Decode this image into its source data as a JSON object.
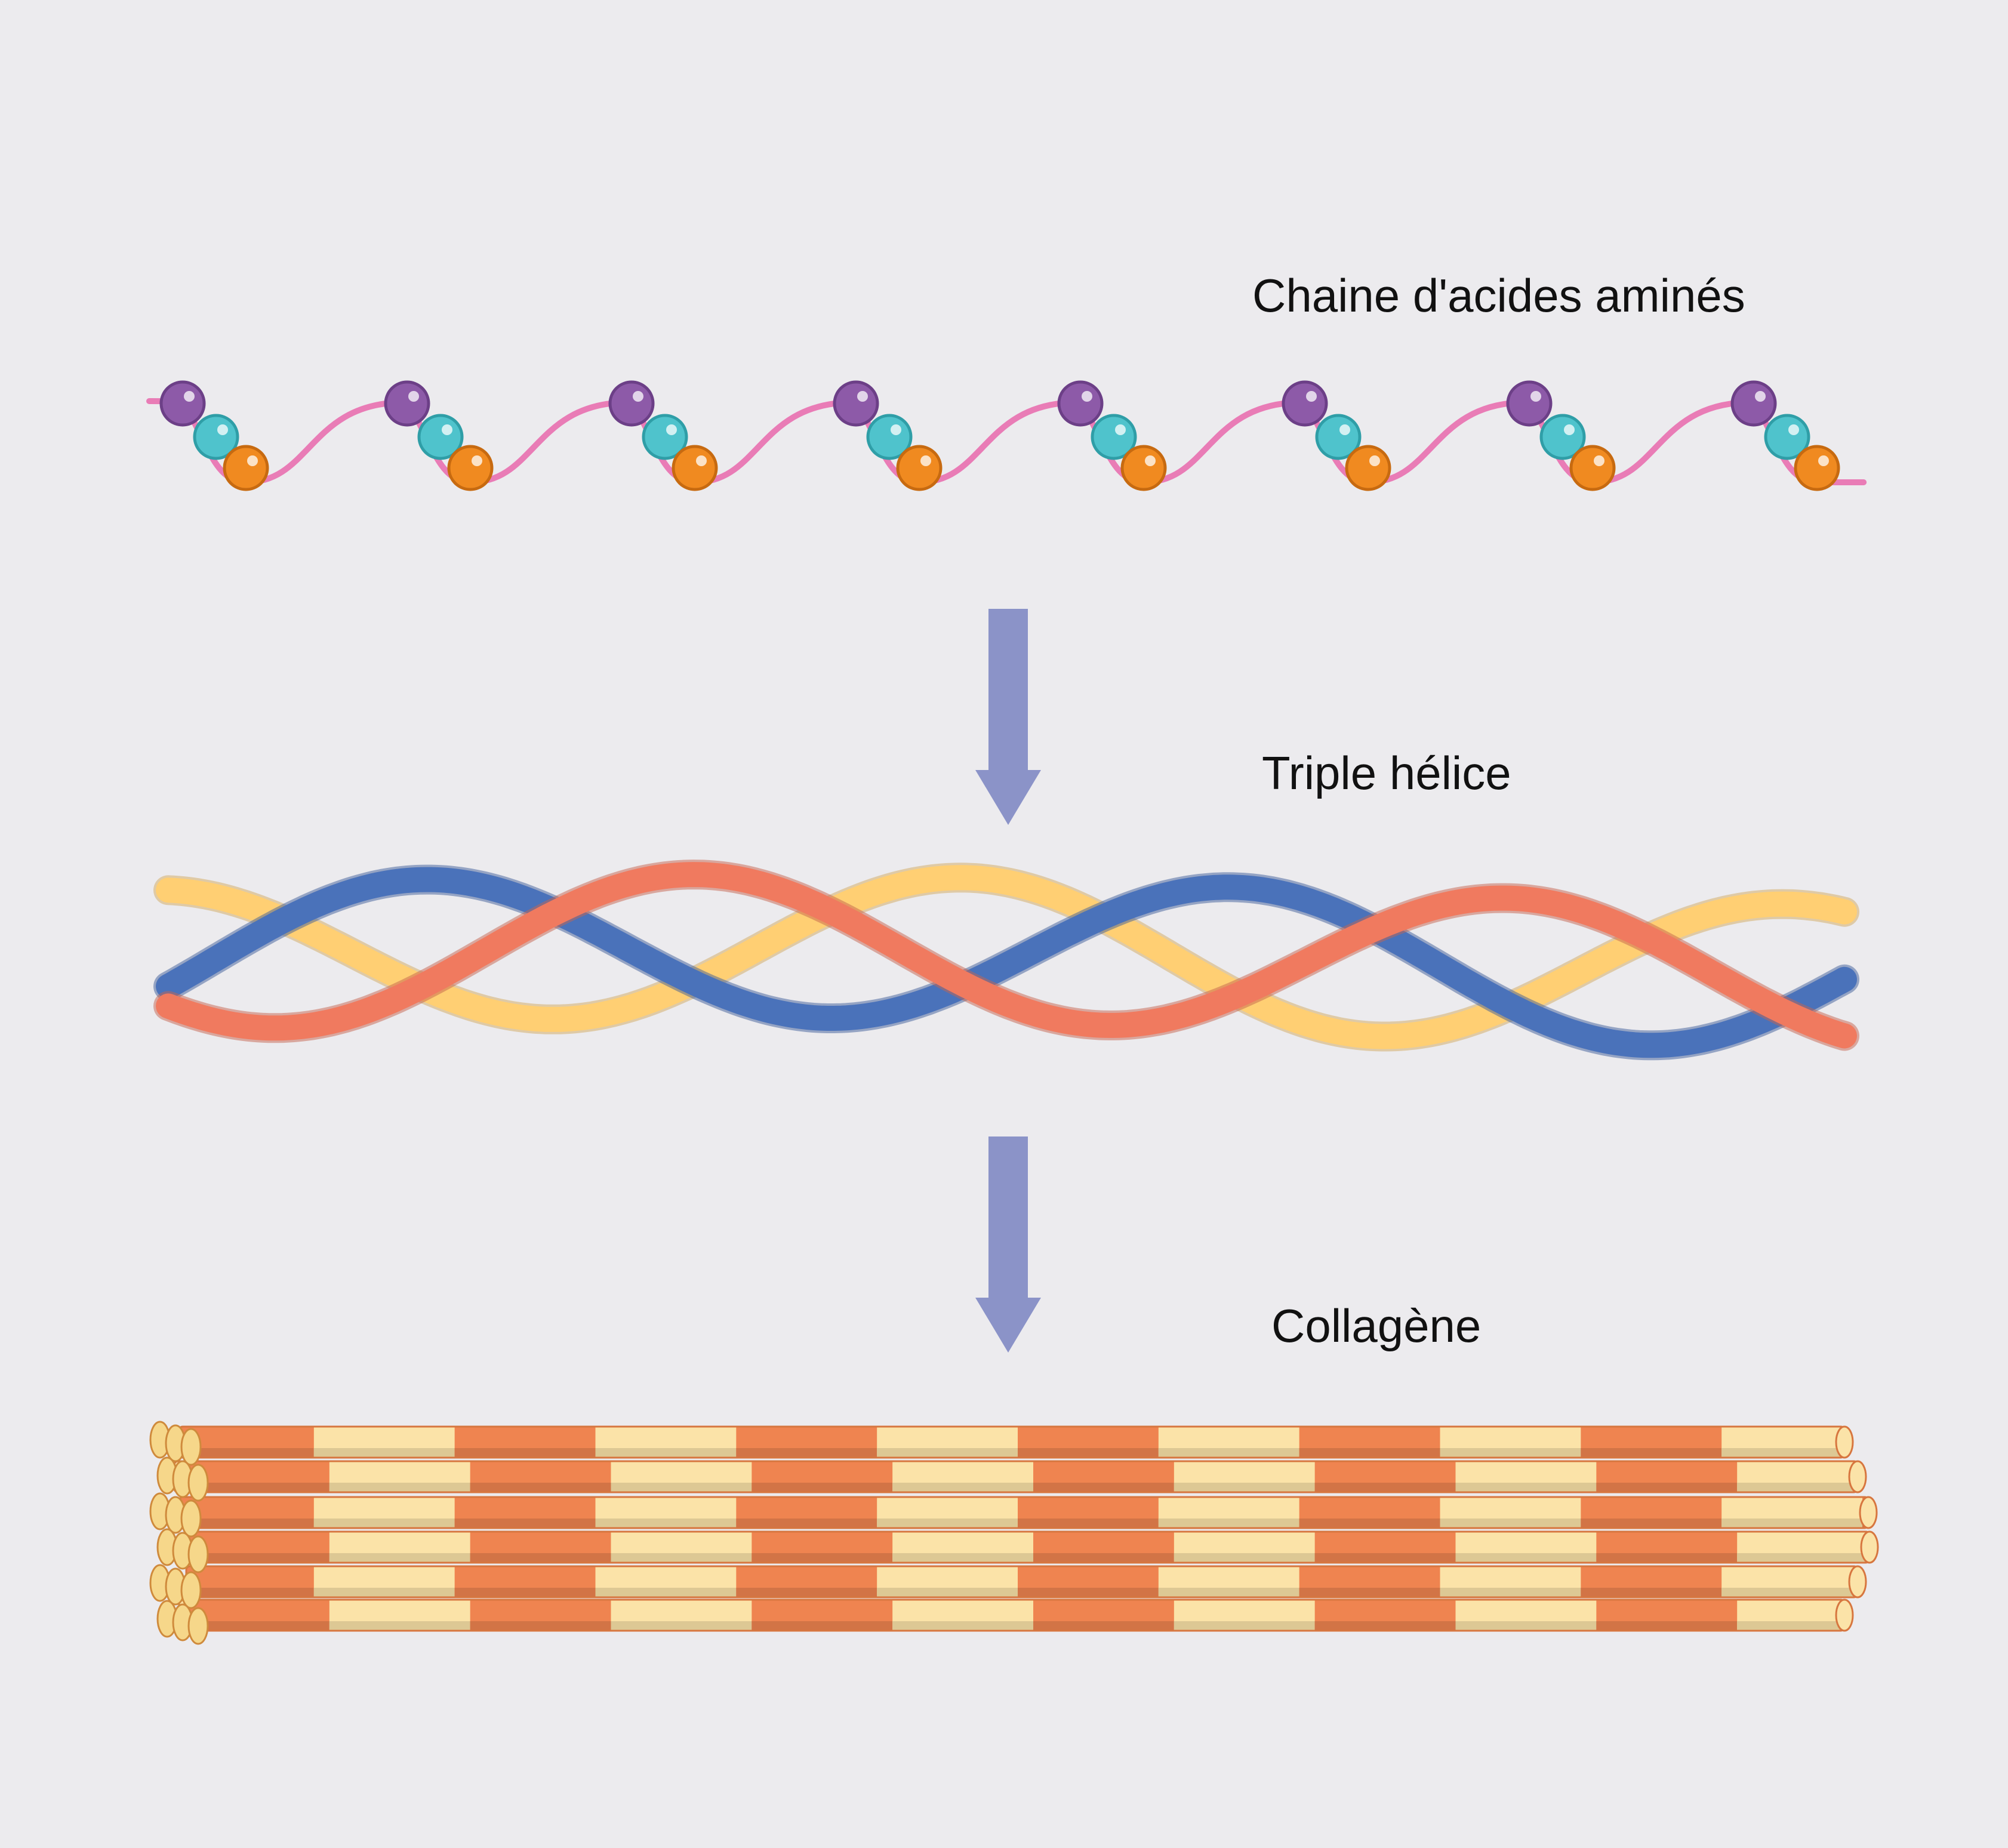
{
  "labels": {
    "chain": "Chaine d'acides aminés",
    "helix": "Triple hélice",
    "collagen": "Collagène"
  },
  "colors": {
    "background": "#ecebee",
    "chain_strand": "#e97cb6",
    "bead_purple": "#8d5aa8",
    "bead_teal": "#4fc3cc",
    "bead_orange": "#f08a20",
    "arrow": "#8b93c8",
    "helix_red": "#f07a5f",
    "helix_blue": "#4a72ba",
    "helix_yellow": "#ffcf73",
    "fiber_orange": "#ef8450",
    "fiber_cream": "#fbe3a8"
  },
  "chain": {
    "bead_groups": 8
  },
  "fibril": {
    "bands": 12
  }
}
